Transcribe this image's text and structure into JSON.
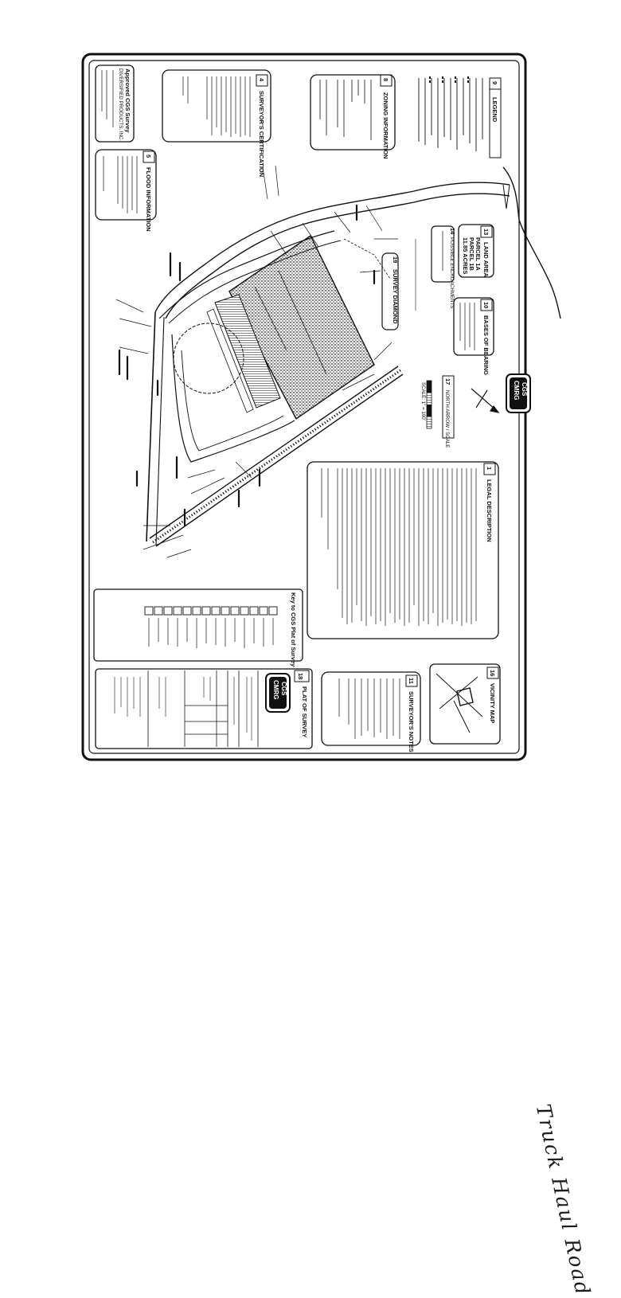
{
  "sheet": {
    "legend": {
      "num": "9",
      "title": "LEGEND"
    },
    "zoning": {
      "num": "8",
      "title": "ZONING INFORMATION"
    },
    "surveyor_cert": {
      "num": "4",
      "title": "SURVEYOR'S CERTIFICATION"
    },
    "flood": {
      "num": "5",
      "title": "FLOOD INFORMATION"
    },
    "approved": {
      "line1": "Approved CGS Survey",
      "line2": "DIVERSIFIED PRODUCTS, INC."
    },
    "land_area": {
      "num": "13",
      "title": "LAND AREA",
      "lines": [
        "PARCEL 1A",
        "PARCEL 1B",
        "11.85 ACRES"
      ]
    },
    "possible_encroachments": {
      "num": "14",
      "title": "POSSIBLE ENCROACHMENTS"
    },
    "bases_of_bearing": {
      "num": "10",
      "title": "BASES OF BEARING"
    },
    "survey_diamond": {
      "num": "19",
      "title": "SURVEY DIAMOND"
    },
    "north_arrow": {
      "num": "17",
      "title": "NORTH ARROW / SCALE",
      "scale": "SCALE: 1\" = 100'"
    },
    "legal_description": {
      "num": "1",
      "title": "LEGAL DESCRIPTION"
    },
    "vicinity_map": {
      "num": "16",
      "title": "VICINITY MAP"
    },
    "surveyors_notes": {
      "num": "11",
      "title": "SURVEYOR'S NOTES"
    },
    "plat_of_survey": {
      "num": "18",
      "title": "PLAT OF SURVEY"
    },
    "key": {
      "title": "Key to CGS Plat of Survey"
    },
    "logo": {
      "line1": "CMRG",
      "line2": "CGS"
    }
  },
  "annotation": {
    "text": "Truck Haul Road"
  },
  "colors": {
    "ink": "#111111",
    "paper": "#ffffff",
    "stipple": "#8a8a8a"
  }
}
